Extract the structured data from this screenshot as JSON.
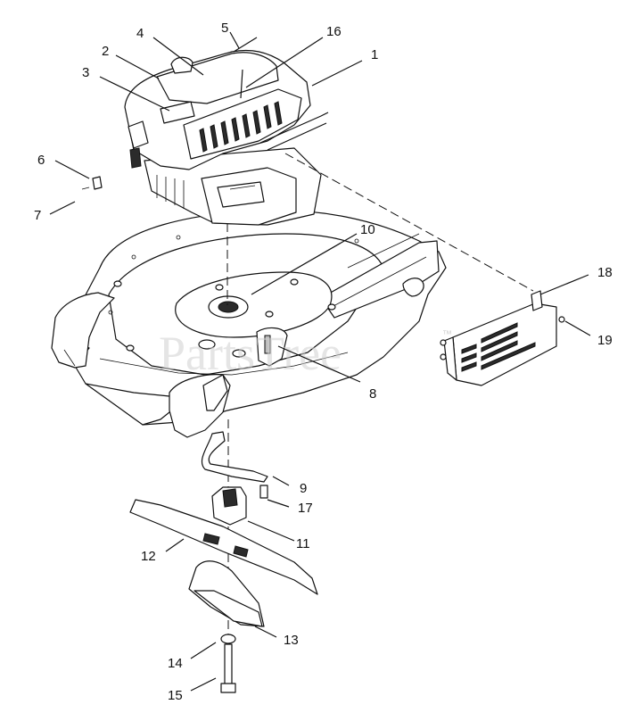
{
  "callouts": {
    "c1": "1",
    "c2": "2",
    "c3": "3",
    "c4": "4",
    "c5": "5",
    "c6": "6",
    "c7": "7",
    "c8": "8",
    "c9": "9",
    "c10": "10",
    "c11": "11",
    "c12": "12",
    "c13": "13",
    "c14": "14",
    "c15": "15",
    "c16": "16",
    "c17": "17",
    "c18": "18",
    "c19": "19"
  },
  "watermark": {
    "text": "PartsTree",
    "trademark": "™"
  }
}
